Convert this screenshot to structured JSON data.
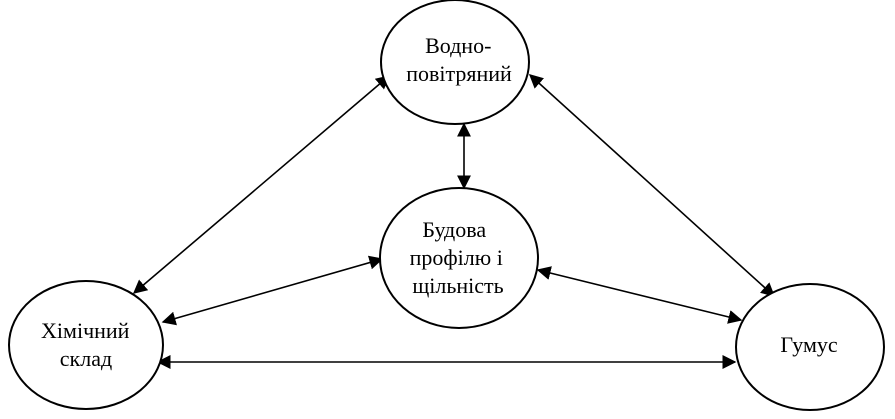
{
  "diagram": {
    "nodes": [
      {
        "id": "water_air",
        "lines": [
          "Водно-",
          "повітряний"
        ]
      },
      {
        "id": "structure",
        "lines": [
          "Будова",
          "профілю і",
          "щільність"
        ]
      },
      {
        "id": "chemical",
        "lines": [
          "Хімічний",
          "склад"
        ]
      },
      {
        "id": "humus",
        "lines": [
          "Гумус"
        ]
      }
    ],
    "edges": [
      {
        "from": "water_air",
        "to": "structure",
        "bidirectional": true
      },
      {
        "from": "water_air",
        "to": "chemical",
        "bidirectional": true
      },
      {
        "from": "water_air",
        "to": "humus",
        "bidirectional": true
      },
      {
        "from": "structure",
        "to": "chemical",
        "bidirectional": true
      },
      {
        "from": "structure",
        "to": "humus",
        "bidirectional": true
      },
      {
        "from": "chemical",
        "to": "humus",
        "bidirectional": true
      }
    ],
    "colors": {
      "stroke": "#000000",
      "fill": "#ffffff"
    }
  }
}
